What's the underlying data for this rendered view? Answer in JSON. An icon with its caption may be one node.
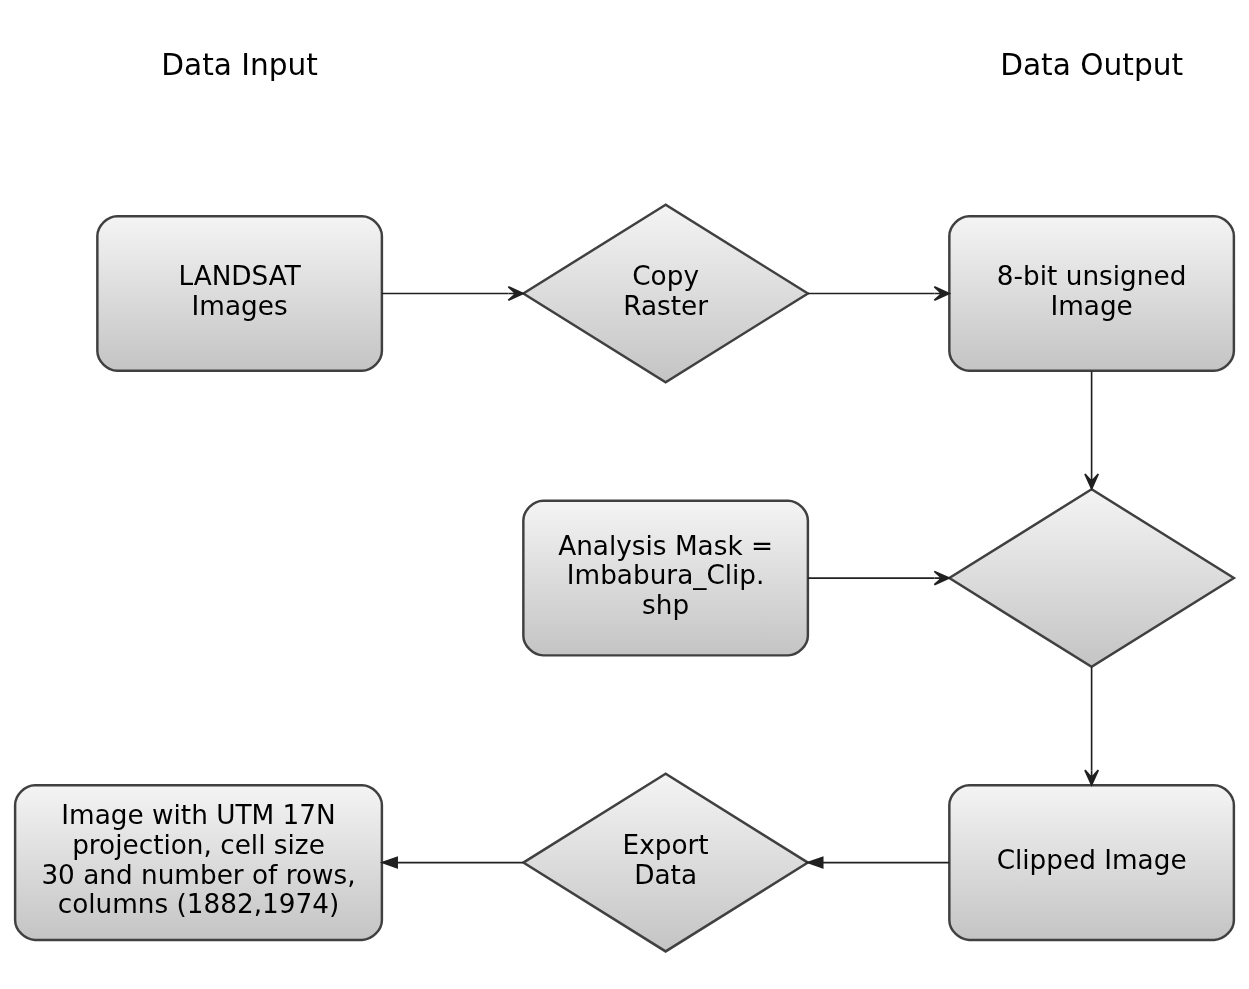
{
  "diagram": {
    "nodes": [
      {
        "text": [
          "LANDSAT Images"
        ]
      },
      {
        "text": [
          "Copy Raster"
        ]
      },
      {
        "text": [
          "8-bit unsigned Image"
        ]
      },
      {
        "text": [
          "Analysis Mask = Imbabura_Clip. shp"
        ]
      },
      {
        "text": [],
        "shape": "diamond"
      },
      {
        "text": [
          "Image with UTM 17N projection, cell size 30 and number of rows, columns (1882,1974)"
        ]
      },
      {
        "text": [
          "Export Data"
        ]
      },
      {
        "text": [
          "Clipped Image"
        ]
      }
    ],
    "edges": [
      {
        "from": 0,
        "to": 1,
        "arrow": "to"
      },
      {
        "from": 1,
        "to": 2,
        "arrow": "to"
      },
      {
        "from": 2,
        "to": 4,
        "arrow": "to"
      },
      {
        "from": 3,
        "to": 4,
        "arrow": "to"
      },
      {
        "from": 4,
        "to": 7,
        "arrow": "to"
      },
      {
        "from": 7,
        "to": 6,
        "arrow": "to"
      },
      {
        "from": 6,
        "to": 5,
        "arrow": "to"
      }
    ],
    "labels": [
      "Data Input",
      "Data Output"
    ]
  }
}
